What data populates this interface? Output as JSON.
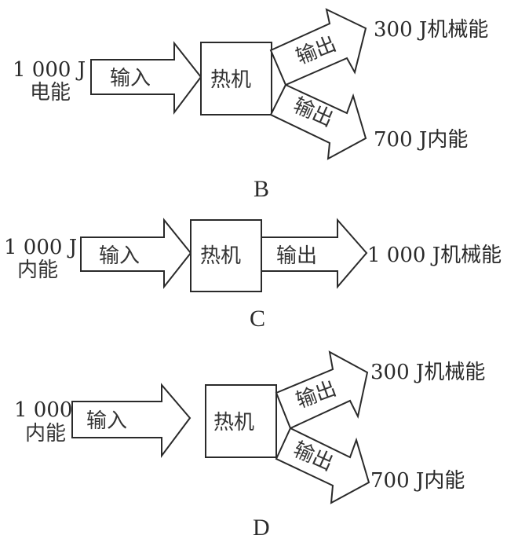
{
  "diagrams": {
    "B": {
      "option_label": "B",
      "source": {
        "amount": "1 000 J",
        "type": "电能"
      },
      "input_label": "输入",
      "engine_label": "热机",
      "outputs": [
        {
          "arrow_label": "输出",
          "amount": "300 J",
          "type": "机械能",
          "text": "300 J机械能"
        },
        {
          "arrow_label": "输出",
          "amount": "700 J",
          "type": "内能",
          "text": "700 J内能"
        }
      ]
    },
    "C": {
      "option_label": "C",
      "source": {
        "amount": "1 000 J",
        "type": "内能"
      },
      "input_label": "输入",
      "engine_label": "热机",
      "outputs": [
        {
          "arrow_label": "输出",
          "amount": "1 000 J",
          "type": "机械能",
          "text": "1 000 J机械能"
        }
      ]
    },
    "D": {
      "option_label": "D",
      "source": {
        "amount": "1 000 J",
        "type": "内能"
      },
      "input_label": "输入",
      "engine_label": "热机",
      "outputs": [
        {
          "arrow_label": "输出",
          "amount": "300 J",
          "type": "机械能",
          "text": "300 J机械能"
        },
        {
          "arrow_label": "输出",
          "amount": "700 J",
          "type": "内能",
          "text": "700 J内能"
        }
      ]
    }
  }
}
